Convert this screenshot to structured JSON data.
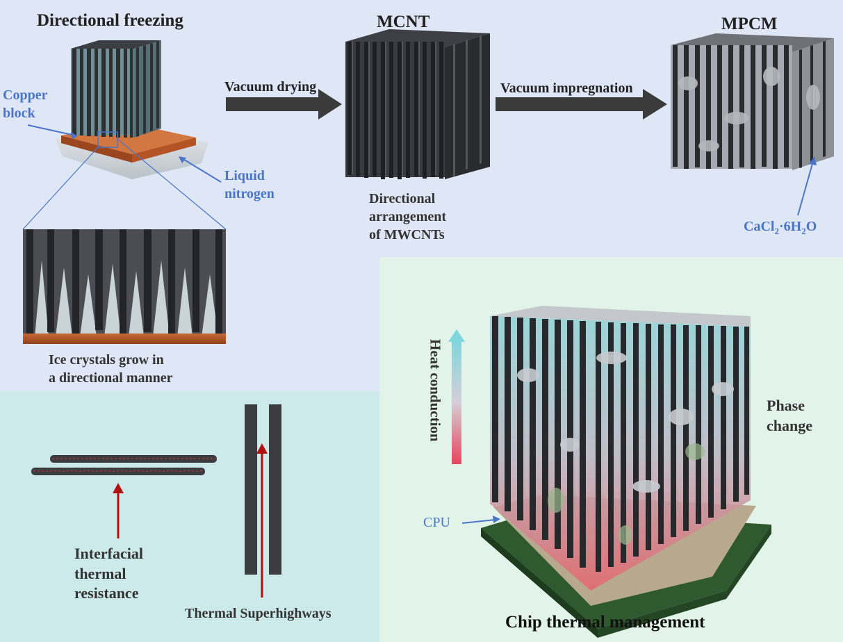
{
  "colors": {
    "top_bg": "#dfe6f6",
    "bottom_left_bg": "#cdeaea",
    "bottom_right_bg": "#e2f4ea",
    "tube": "#2e2f33",
    "tube_highlight": "#5a5c61",
    "pcm": "#a9adb3",
    "copper": "#b2582b",
    "arrow": "#3b3b3b",
    "blue_label": "#4a76c9",
    "red_arrow": "#b01212",
    "heat_top": "#7fd6dc",
    "heat_bottom": "#e8455d",
    "board": "#2f5a2f"
  },
  "labels": {
    "directional_freezing": "Directional freezing",
    "mcnt": "MCNT",
    "mpcm": "MPCM",
    "copper_block": "Copper\nblock",
    "liquid_nitrogen": "Liquid\nnitrogen",
    "vacuum_drying": "Vacuum drying",
    "vacuum_impregnation": "Vacuum impregnation",
    "directional_arrangement": "Directional\narrangement\nof MWCNTs",
    "cacl2_main": "CaCl",
    "cacl2_sub1": "2",
    "cacl2_mid": "·6H",
    "cacl2_sub2": "2",
    "cacl2_end": "O",
    "ice_crystals": "Ice crystals grow in\na directional manner",
    "interfacial": "Interfacial\nthermal\nresistance",
    "superhighways": "Thermal Superhighways",
    "heat_conduction": "Heat conduction",
    "phase_change": "Phase\nchange",
    "cpu": "CPU",
    "chip_thermal": "Chip thermal management"
  },
  "icons": {
    "process_arrow_1": "right-block-arrow-icon",
    "process_arrow_2": "right-block-arrow-icon",
    "heat_arrow": "gradient-up-arrow-icon"
  }
}
